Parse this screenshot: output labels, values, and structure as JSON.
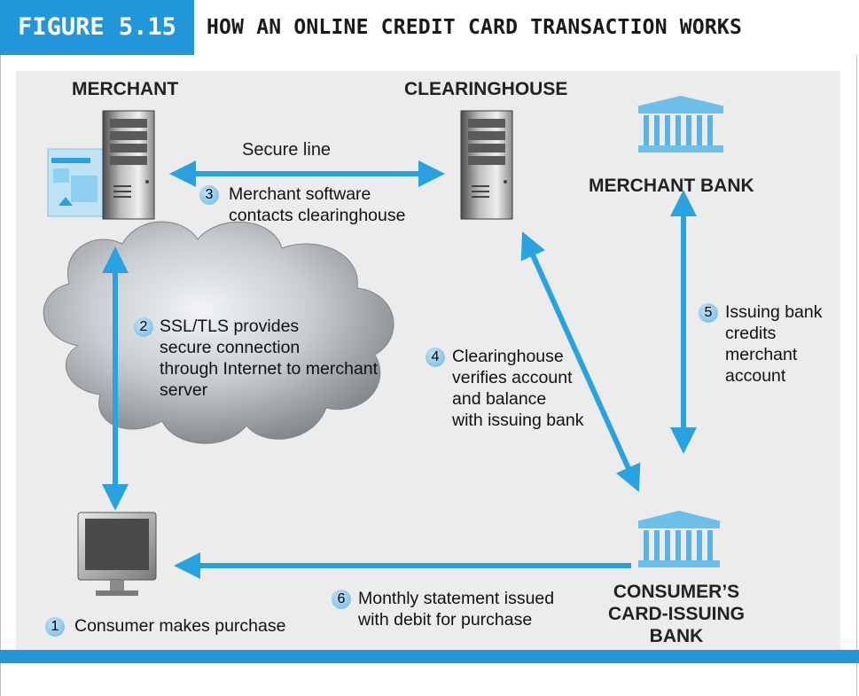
{
  "header": {
    "figure_label": "FIGURE 5.15",
    "title": "HOW AN ONLINE CREDIT CARD TRANSACTION WORKS"
  },
  "nodes": {
    "merchant": "MERCHANT",
    "clearinghouse": "CLEARINGHOUSE",
    "merchant_bank": "MERCHANT BANK",
    "consumer_bank_line1": "CONSUMER’S",
    "consumer_bank_line2": "CARD-ISSUING",
    "consumer_bank_line3": "BANK"
  },
  "secure_line": "Secure line",
  "steps": [
    {
      "num": "1",
      "lines": [
        "Consumer makes purchase"
      ]
    },
    {
      "num": "2",
      "lines": [
        "SSL/TLS provides",
        "secure connection",
        "through Internet to merchant",
        "server"
      ]
    },
    {
      "num": "3",
      "lines": [
        "Merchant software",
        "contacts clearinghouse"
      ]
    },
    {
      "num": "4",
      "lines": [
        "Clearinghouse",
        "verifies account",
        "and balance",
        "with issuing bank"
      ]
    },
    {
      "num": "5",
      "lines": [
        "Issuing bank",
        "credits",
        "merchant",
        "account"
      ]
    },
    {
      "num": "6",
      "lines": [
        "Monthly statement issued",
        "with debit for purchase"
      ]
    }
  ],
  "icons": {
    "merchant_server": "server-tower-icon",
    "merchant_webpage": "webpage-window-icon",
    "clearinghouse_server": "server-tower-icon",
    "merchant_bank": "bank-building-icon",
    "consumer_bank": "bank-building-icon",
    "consumer_computer": "monitor-icon",
    "internet": "cloud-icon"
  },
  "colors": {
    "accent": "#2196d8",
    "arrow": "#29a3e0",
    "background": "#ececec"
  }
}
